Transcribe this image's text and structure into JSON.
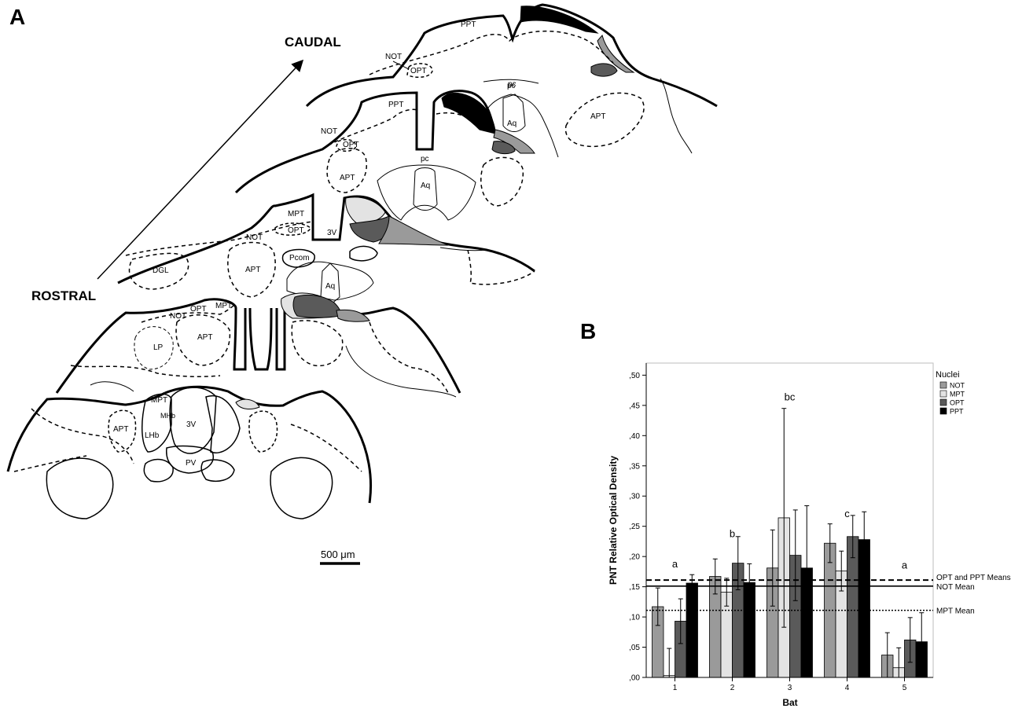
{
  "panels": {
    "a_label": "A",
    "b_label": "B"
  },
  "anatomy": {
    "direction": {
      "rostral": "ROSTRAL",
      "caudal": "CAUDAL"
    },
    "scale_bar": "500 μm",
    "labels": {
      "ppt": "PPT",
      "not": "NOT",
      "opt": "OPT",
      "mpt": "MPT",
      "apt": "APT",
      "pc": "pc",
      "aq": "Aq",
      "v3": "3V",
      "dgl": "DGL",
      "pcom": "Pcom",
      "lp": "LP",
      "mhb": "MHb",
      "lhb": "LHb",
      "pv": "PV"
    }
  },
  "colors": {
    "NOT": "#9a9a9a",
    "MPT": "#e3e3e3",
    "OPT": "#5a5a5a",
    "PPT": "#000000"
  },
  "chart_data": {
    "type": "bar",
    "title": "",
    "xlabel": "Bat",
    "ylabel": "PNT Relative Optical Density",
    "ylim": [
      0,
      0.52
    ],
    "yticks": [
      0,
      0.05,
      0.1,
      0.15,
      0.2,
      0.25,
      0.3,
      0.35,
      0.4,
      0.45,
      0.5
    ],
    "ytick_labels": [
      ",00",
      ",05",
      ",10",
      ",15",
      ",20",
      ",25",
      ",30",
      ",35",
      ",40",
      ",45",
      ",50"
    ],
    "categories": [
      "1",
      "2",
      "3",
      "4",
      "5"
    ],
    "legend_title": "Nuclei",
    "legend_position": "top-right",
    "series": [
      {
        "name": "NOT",
        "color": "#9a9a9a",
        "values": [
          0.117,
          0.167,
          0.181,
          0.222,
          0.037
        ],
        "err": [
          0.031,
          0.029,
          0.063,
          0.032,
          0.037
        ]
      },
      {
        "name": "MPT",
        "color": "#e3e3e3",
        "values": [
          0.003,
          0.141,
          0.264,
          0.176,
          0.016
        ],
        "err": [
          0.045,
          0.023,
          0.181,
          0.033,
          0.033
        ]
      },
      {
        "name": "OPT",
        "color": "#5a5a5a",
        "values": [
          0.093,
          0.189,
          0.202,
          0.233,
          0.062
        ],
        "err": [
          0.037,
          0.044,
          0.075,
          0.035,
          0.037
        ]
      },
      {
        "name": "PPT",
        "color": "#000000",
        "values": [
          0.156,
          0.157,
          0.181,
          0.228,
          0.059
        ],
        "err": [
          0.014,
          0.031,
          0.103,
          0.046,
          0.048
        ]
      }
    ],
    "annotations": [
      {
        "category": "1",
        "text": "a",
        "y": 0.182
      },
      {
        "category": "2",
        "text": "b",
        "y": 0.232
      },
      {
        "category": "3",
        "text": "bc",
        "y": 0.458
      },
      {
        "category": "4",
        "text": "c",
        "y": 0.265
      },
      {
        "category": "5",
        "text": "a",
        "y": 0.18
      }
    ],
    "reference_lines": [
      {
        "label": "OPT and PPT Means",
        "y": 0.161,
        "style": "dashed"
      },
      {
        "label": "NOT Mean",
        "y": 0.151,
        "style": "solid"
      },
      {
        "label": "MPT Mean",
        "y": 0.111,
        "style": "dotted"
      }
    ]
  }
}
